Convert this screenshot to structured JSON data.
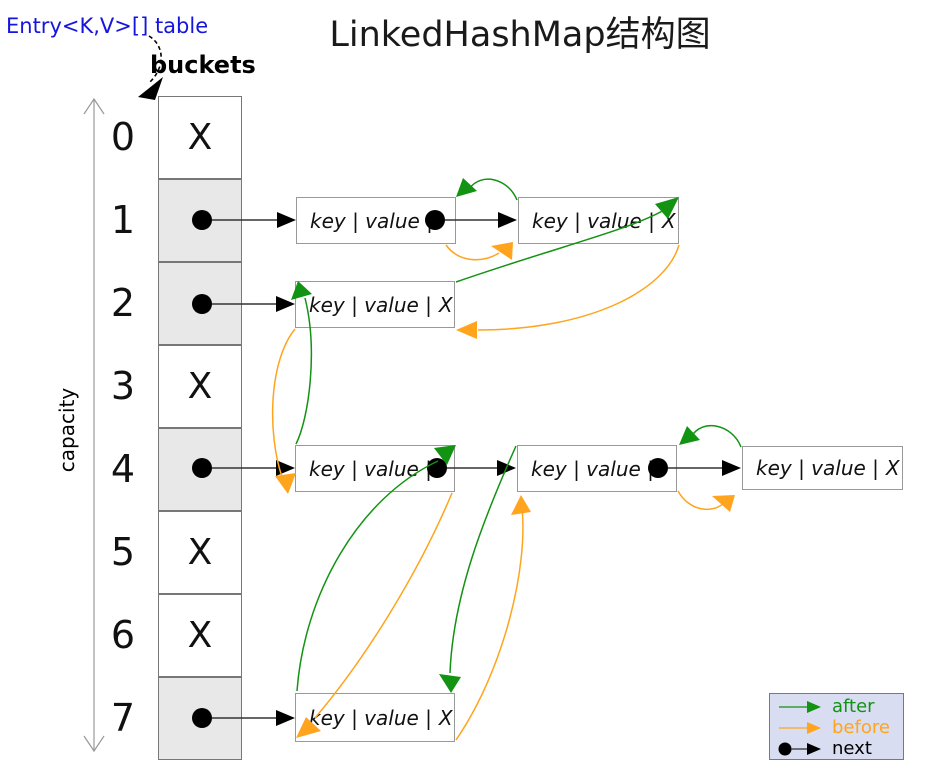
{
  "title": "LinkedHashMap结构图",
  "labels": {
    "table_ref": "Entry<K,V>[] table",
    "buckets": "buckets",
    "capacity": "capacity"
  },
  "colors": {
    "after": "#129312",
    "before": "#ffa41c",
    "next": "#000000",
    "pointer_line": "#333333",
    "axis": "#999999",
    "table_ref_blue": "#1515dd",
    "bucket_fill": "#e8e8e8",
    "legend_bg": "#d9ddf1"
  },
  "buckets": [
    {
      "index": "0",
      "display": "X",
      "has_pointer": false
    },
    {
      "index": "1",
      "display": "",
      "has_pointer": true
    },
    {
      "index": "2",
      "display": "",
      "has_pointer": true
    },
    {
      "index": "3",
      "display": "X",
      "has_pointer": false
    },
    {
      "index": "4",
      "display": "",
      "has_pointer": true
    },
    {
      "index": "5",
      "display": "X",
      "has_pointer": false
    },
    {
      "index": "6",
      "display": "X",
      "has_pointer": false
    },
    {
      "index": "7",
      "display": "",
      "has_pointer": true
    }
  ],
  "entries": [
    {
      "id": "bucket1-entry1",
      "label": "key | value |",
      "next": "dot"
    },
    {
      "id": "bucket1-entry2",
      "label": "key | value |",
      "next": "x",
      "next_glyph": "X"
    },
    {
      "id": "bucket2-entry1",
      "label": "key | value |",
      "next": "x",
      "next_glyph": "X"
    },
    {
      "id": "bucket4-entry1",
      "label": "key | value |",
      "next": "dot"
    },
    {
      "id": "bucket4-entry2",
      "label": "key | value |",
      "next": "dot"
    },
    {
      "id": "bucket4-entry3",
      "label": "key | value |",
      "next": "x",
      "next_glyph": "X"
    },
    {
      "id": "bucket7-entry1",
      "label": "key | value |",
      "next": "x",
      "next_glyph": "X"
    }
  ],
  "legend": {
    "items": [
      {
        "label": "after",
        "color": "#129312"
      },
      {
        "label": "before",
        "color": "#ffa41c"
      },
      {
        "label": "next",
        "color": "#000000"
      }
    ]
  }
}
